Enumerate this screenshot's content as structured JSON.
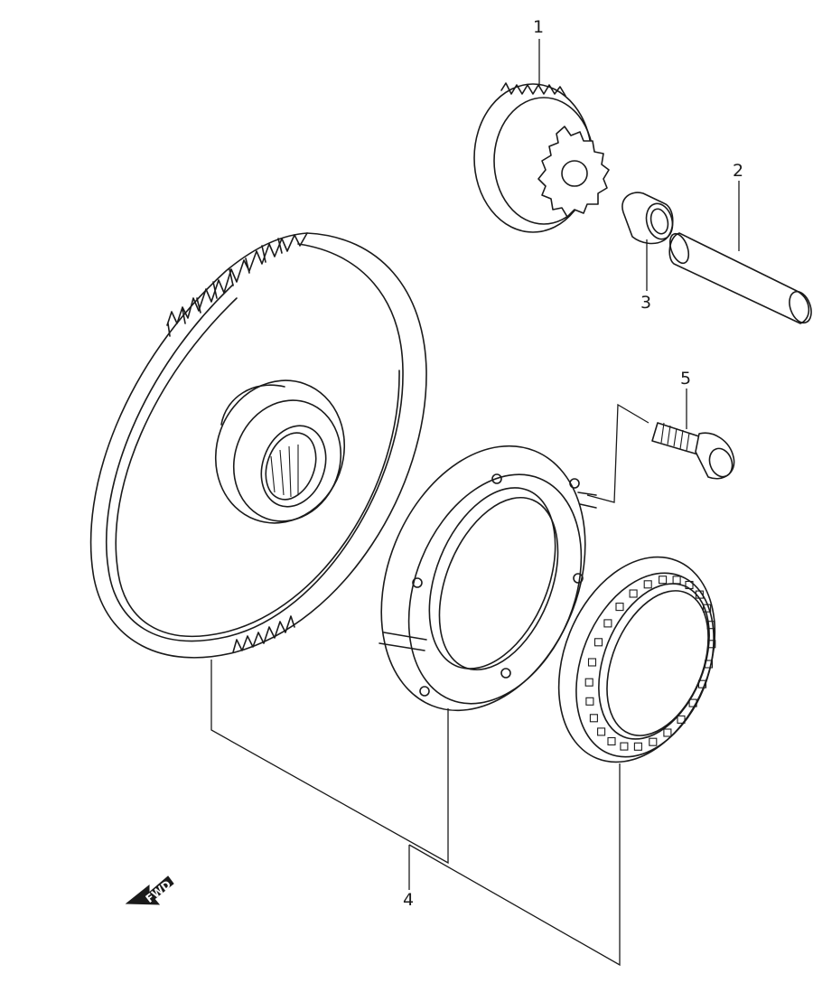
{
  "diagram": {
    "parts": [
      {
        "callout": "1",
        "name": "starter-idler-gear"
      },
      {
        "callout": "2",
        "name": "idler-gear-shaft"
      },
      {
        "callout": "3",
        "name": "bushing"
      },
      {
        "callout": "4",
        "name": "starter-clutch-assembly"
      },
      {
        "callout": "5",
        "name": "cap-screw"
      }
    ],
    "direction_label": "FWD"
  },
  "colors": {
    "line": "#1a1a1a",
    "background": "#ffffff"
  }
}
